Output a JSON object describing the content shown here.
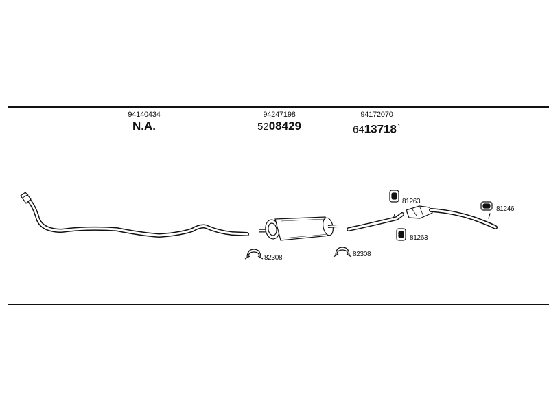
{
  "columns": [
    {
      "oe": "94140434",
      "ref_prefix": "",
      "ref_main": "N.A.",
      "ref_suffix": ""
    },
    {
      "oe": "94247198",
      "ref_prefix": "52",
      "ref_main": "08429",
      "ref_suffix": ""
    },
    {
      "oe": "94172070",
      "ref_prefix": "64",
      "ref_main": "13718",
      "ref_suffix": "1"
    }
  ],
  "parts": {
    "clamp_left": "82308",
    "clamp_right": "82308",
    "hanger_top": "81263",
    "hanger_bottom": "81263",
    "hanger_right": "81246"
  }
}
